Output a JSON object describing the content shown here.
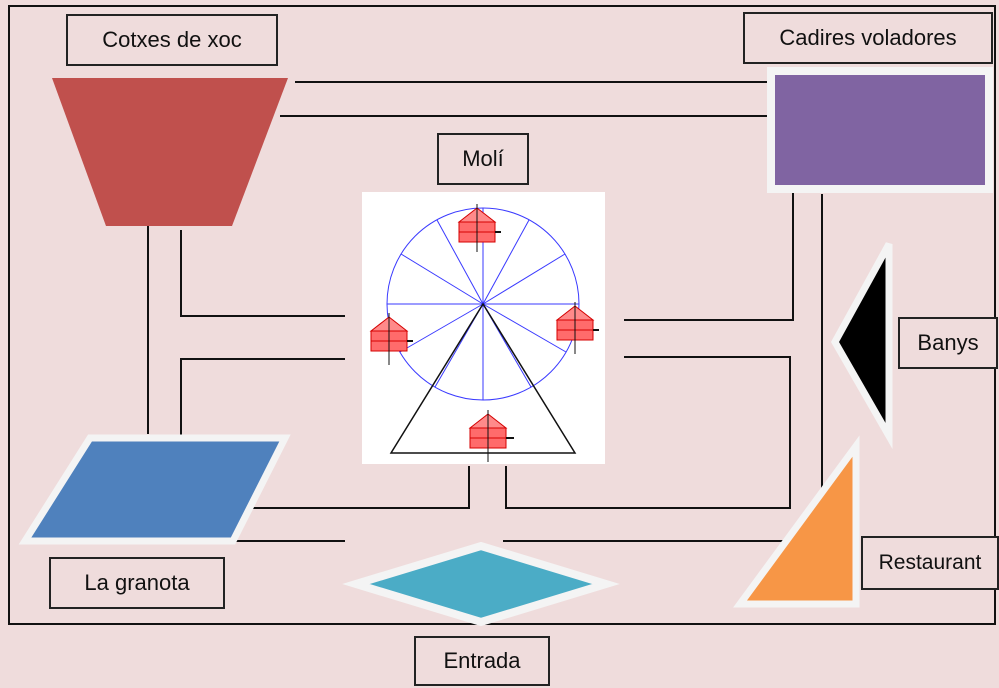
{
  "labels": {
    "cotxes": "Cotxes de xoc",
    "cadires": "Cadires voladores",
    "moli": "Molí",
    "banys": "Banys",
    "granota": "La granota",
    "restaurant": "Restaurant",
    "entrada": "Entrada"
  },
  "colors": {
    "background": "#efdcdc",
    "cotxes_de_xoc": "#c0504d",
    "cadires_voladores": "#8064a2",
    "banys": "#000000",
    "la_granota": "#4f81bd",
    "restaurant": "#f79646",
    "entrada": "#4bacc6",
    "paths": "#111111",
    "ferris_wheel": "#3a3aff",
    "cabins": "#ff5a5a"
  }
}
